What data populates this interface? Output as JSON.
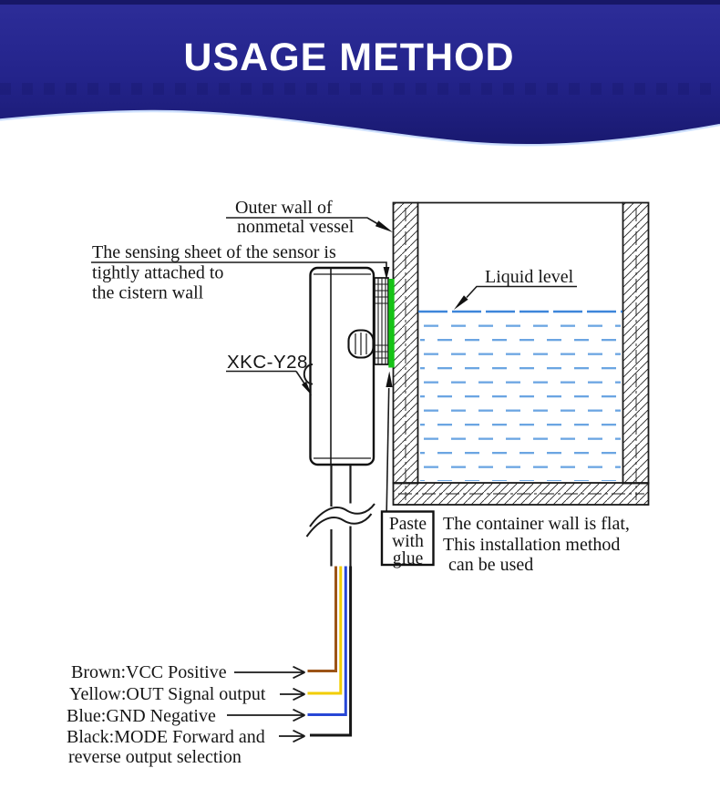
{
  "header": {
    "title": "USAGE METHOD"
  },
  "annotations": {
    "outer_wall": {
      "line1": "Outer wall of",
      "line2": "nonmetal vessel"
    },
    "sensing_sheet": {
      "line1": "The sensing sheet of the sensor is",
      "line2": "tightly attached to",
      "line3": "the cistern wall"
    },
    "sensor_model": "XKC-Y28",
    "liquid_level": "Liquid level",
    "paste_box": {
      "line1": "Paste",
      "line2": "with",
      "line3": "glue",
      "text_color": "#1d9c1d"
    },
    "installation_note": {
      "line1": "The container wall is flat,",
      "line2": "This installation method",
      "line3": "can be used"
    }
  },
  "wires": [
    {
      "id": "brown",
      "label": "Brown:VCC Positive",
      "color": "#8a4513",
      "wire_color": "#9c5417"
    },
    {
      "id": "yellow",
      "label": "Yellow:OUT Signal output",
      "color": "#ffd400",
      "wire_color": "#f2cd00"
    },
    {
      "id": "blue",
      "label": "Blue:GND Negative",
      "color": "#2340cc",
      "wire_color": "#2747d6"
    },
    {
      "id": "black",
      "label": "Black:MODE Forward and",
      "label_line2": "reverse output selection",
      "color": "#161616",
      "wire_color": "#161616"
    }
  ],
  "colors": {
    "banner_top": "#2d2d99",
    "banner_mid": "#23238a",
    "banner_bottom": "#191970",
    "banner_highlight": "#cfe2ff",
    "sensing_strip": "#16c316",
    "liquid_line": "#3d86da",
    "liquid_dash": "#6ba5e2",
    "line_black": "#1a1a1a"
  }
}
